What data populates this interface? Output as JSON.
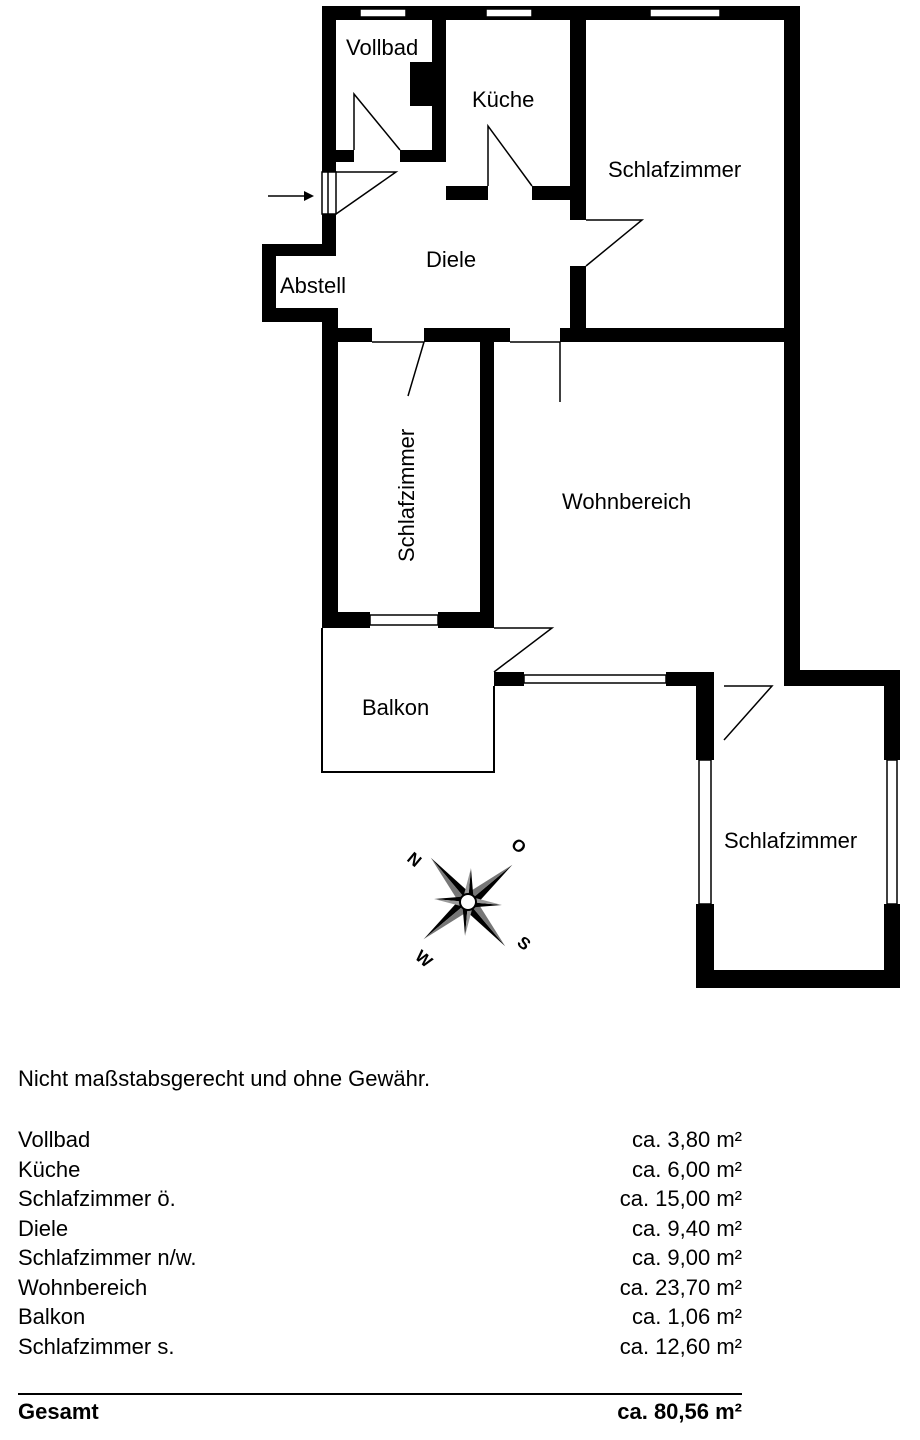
{
  "rooms": {
    "vollbad": "Vollbad",
    "kueche": "Küche",
    "schlafzimmer_ost": "Schlafzimmer",
    "diele": "Diele",
    "abstell": "Abstell",
    "schlafzimmer_nw": "Schlafzimmer",
    "wohnbereich": "Wohnbereich",
    "balkon": "Balkon",
    "schlafzimmer_sued": "Schlafzimmer"
  },
  "compass": {
    "n": "N",
    "o": "O",
    "s": "S",
    "w": "W"
  },
  "disclaimer": "Nicht maßstabsgerecht und ohne Gewähr.",
  "areas": [
    {
      "name": "Vollbad",
      "value": "ca. 3,80 m²"
    },
    {
      "name": "Küche",
      "value": "ca. 6,00 m²"
    },
    {
      "name": "Schlafzimmer ö.",
      "value": "ca. 15,00 m²"
    },
    {
      "name": "Diele",
      "value": "ca. 9,40 m²"
    },
    {
      "name": "Schlafzimmer n/w.",
      "value": "ca. 9,00 m²"
    },
    {
      "name": "Wohnbereich",
      "value": "ca. 23,70 m²"
    },
    {
      "name": "Balkon",
      "value": "ca. 1,06 m²"
    },
    {
      "name": "Schlafzimmer s.",
      "value": "ca. 12,60 m²"
    }
  ],
  "total": {
    "name": "Gesamt",
    "value": "ca. 80,56 m²"
  }
}
